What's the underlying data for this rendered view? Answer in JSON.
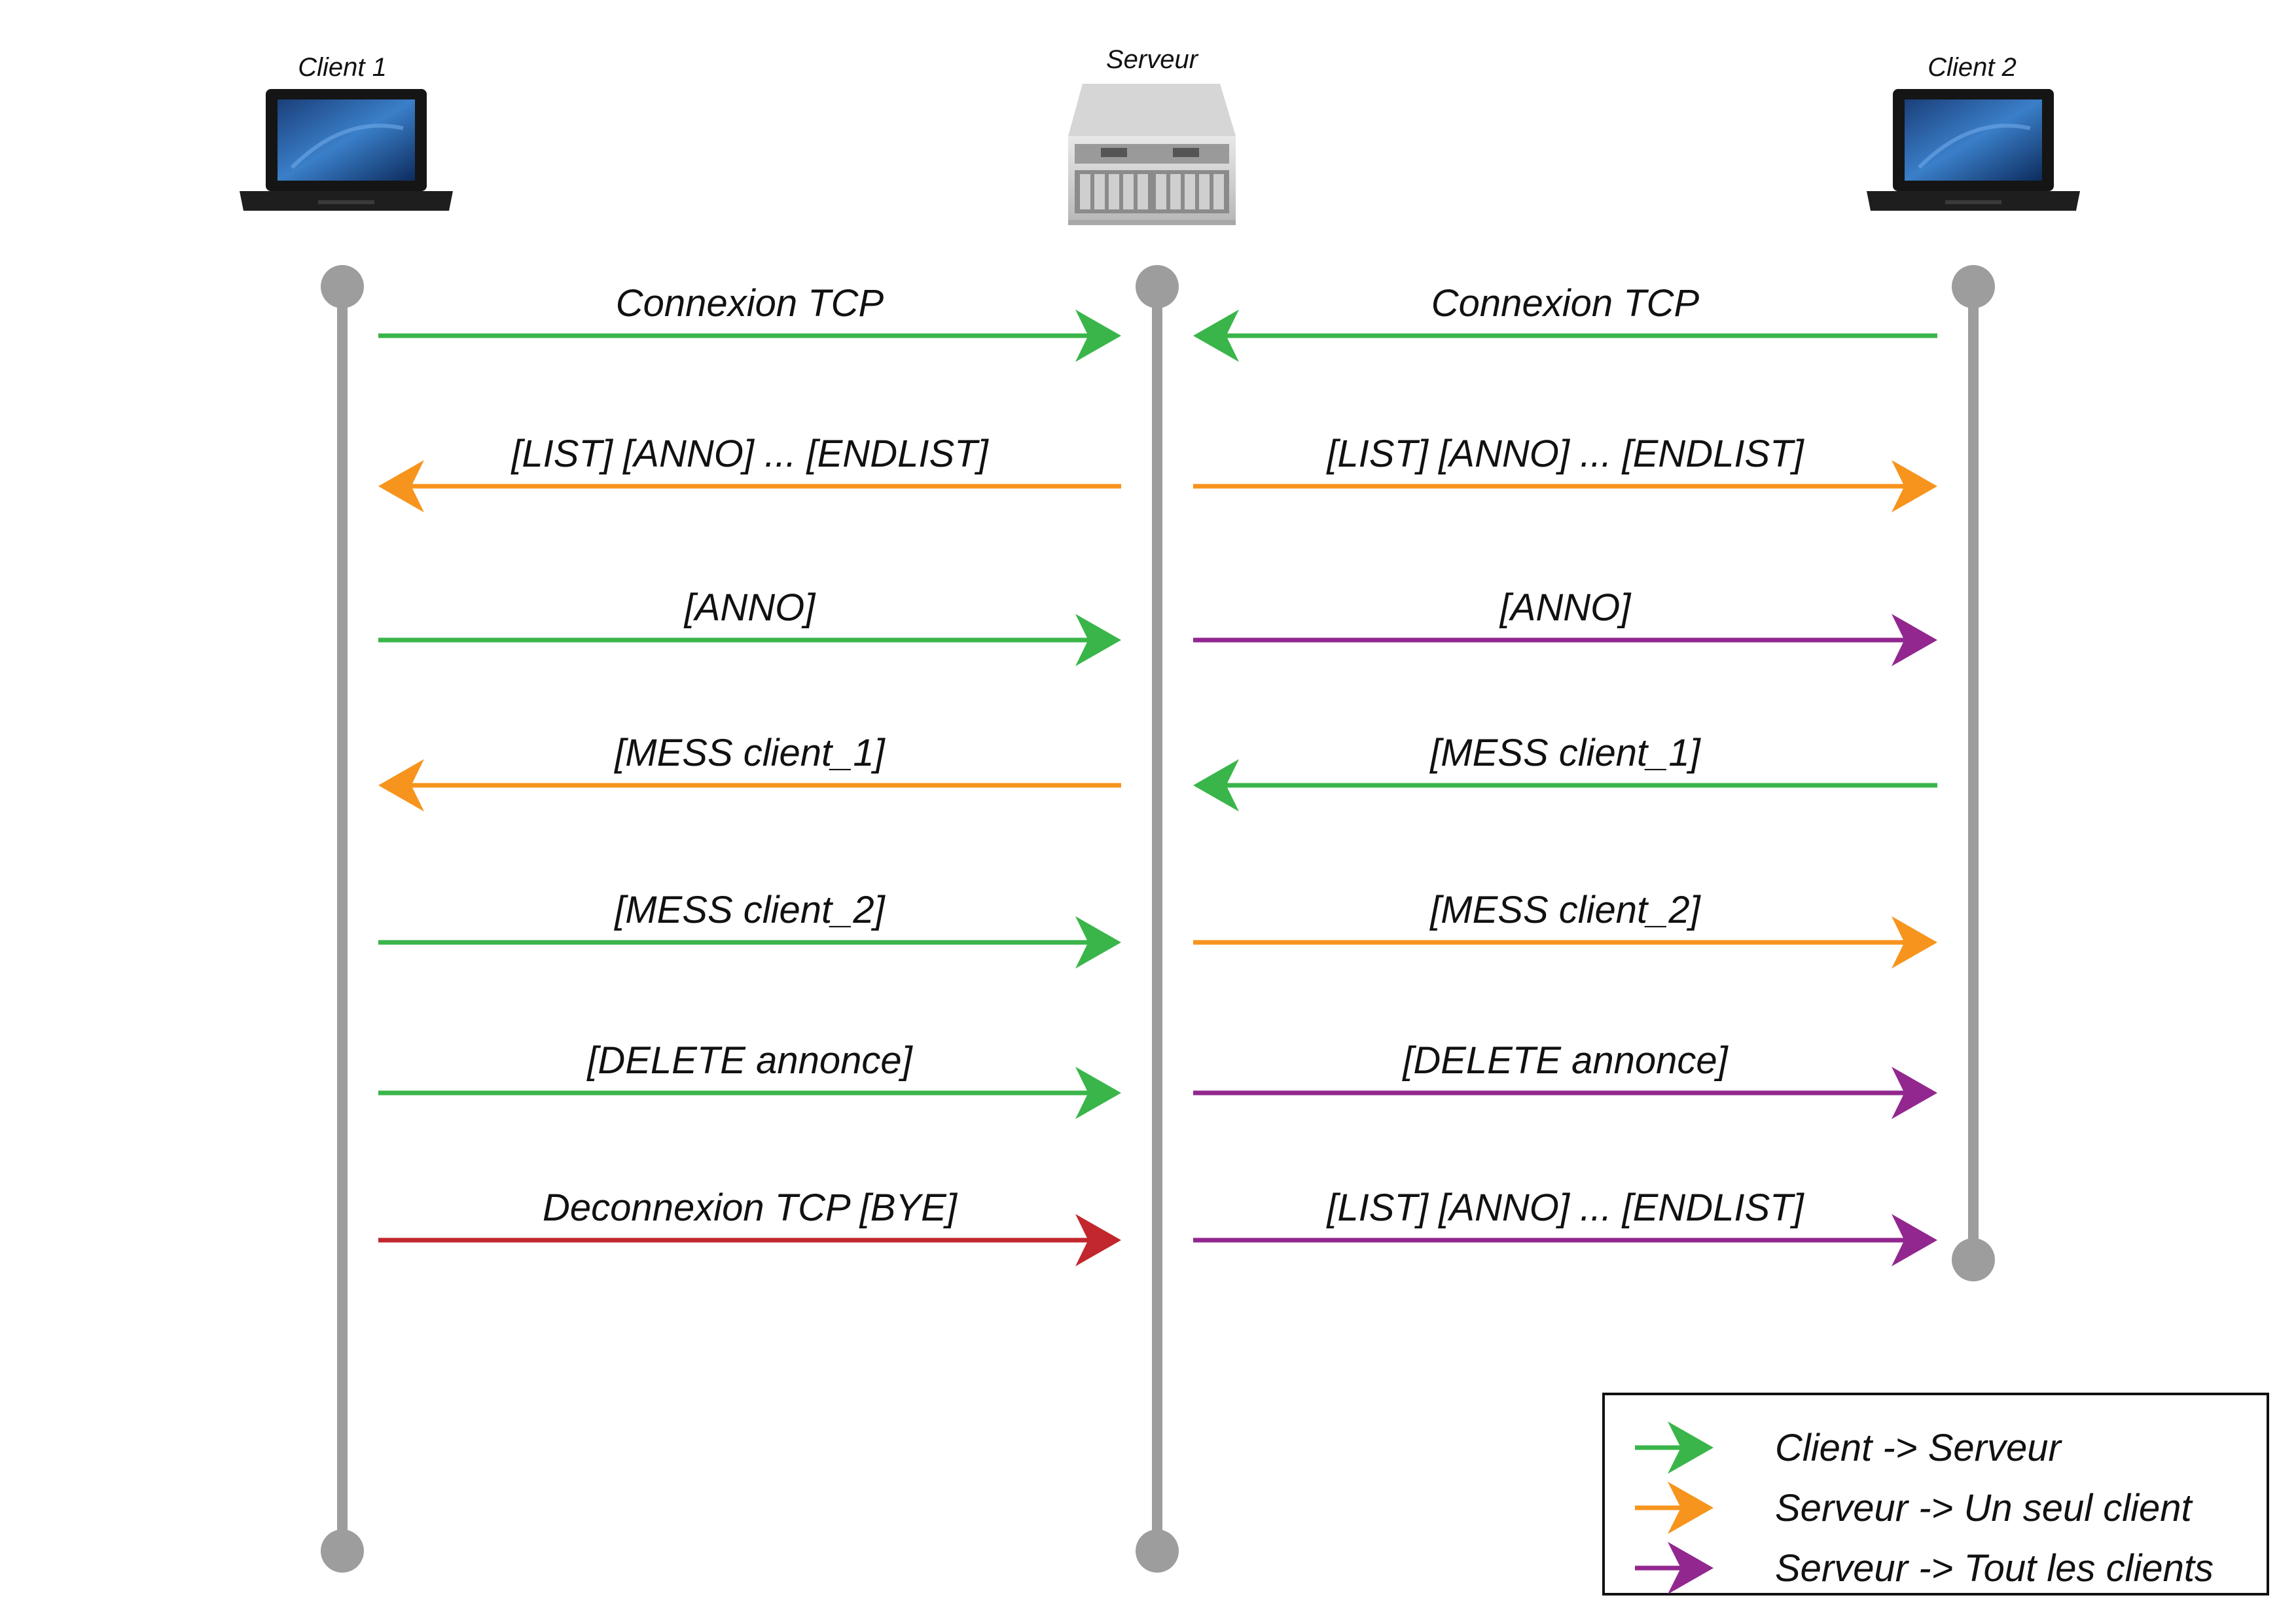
{
  "colors": {
    "client_to_server": "#3ab54a",
    "server_to_one": "#f7941d",
    "server_to_all": "#92278f",
    "disconnect": "#c1272d",
    "lifeline": "#9d9d9d"
  },
  "nodes": {
    "client1": {
      "label": "Client 1",
      "icon": "laptop-icon"
    },
    "server": {
      "label": "Serveur",
      "icon": "server-icon"
    },
    "client2": {
      "label": "Client 2",
      "icon": "laptop-icon"
    }
  },
  "messages": [
    {
      "label": "Connexion TCP",
      "from": "client1",
      "to": "server",
      "color": "#3ab54a"
    },
    {
      "label": "Connexion TCP",
      "from": "client2",
      "to": "server",
      "color": "#3ab54a"
    },
    {
      "label": "[LIST] [ANNO] ... [ENDLIST]",
      "from": "server",
      "to": "client1",
      "color": "#f7941d"
    },
    {
      "label": "[LIST] [ANNO] ... [ENDLIST]",
      "from": "server",
      "to": "client2",
      "color": "#f7941d"
    },
    {
      "label": "[ANNO]",
      "from": "client1",
      "to": "server",
      "color": "#3ab54a"
    },
    {
      "label": "[ANNO]",
      "from": "server",
      "to": "client2",
      "color": "#92278f"
    },
    {
      "label": "[MESS client_1]",
      "from": "server",
      "to": "client1",
      "color": "#f7941d"
    },
    {
      "label": "[MESS client_1]",
      "from": "client2",
      "to": "server",
      "color": "#3ab54a"
    },
    {
      "label": "[MESS client_2]",
      "from": "client1",
      "to": "server",
      "color": "#3ab54a"
    },
    {
      "label": "[MESS client_2]",
      "from": "server",
      "to": "client2",
      "color": "#f7941d"
    },
    {
      "label": "[DELETE annonce]",
      "from": "client1",
      "to": "server",
      "color": "#3ab54a"
    },
    {
      "label": "[DELETE annonce]",
      "from": "server",
      "to": "client2",
      "color": "#92278f"
    },
    {
      "label": "Deconnexion TCP [BYE]",
      "from": "client1",
      "to": "server",
      "color": "#c1272d"
    },
    {
      "label": "[LIST] [ANNO] ... [ENDLIST]",
      "from": "server",
      "to": "client2",
      "color": "#92278f"
    }
  ],
  "legend": [
    {
      "label": "Client -> Serveur",
      "color": "#3ab54a"
    },
    {
      "label": "Serveur -> Un seul client",
      "color": "#f7941d"
    },
    {
      "label": "Serveur -> Tout les clients",
      "color": "#92278f"
    }
  ]
}
